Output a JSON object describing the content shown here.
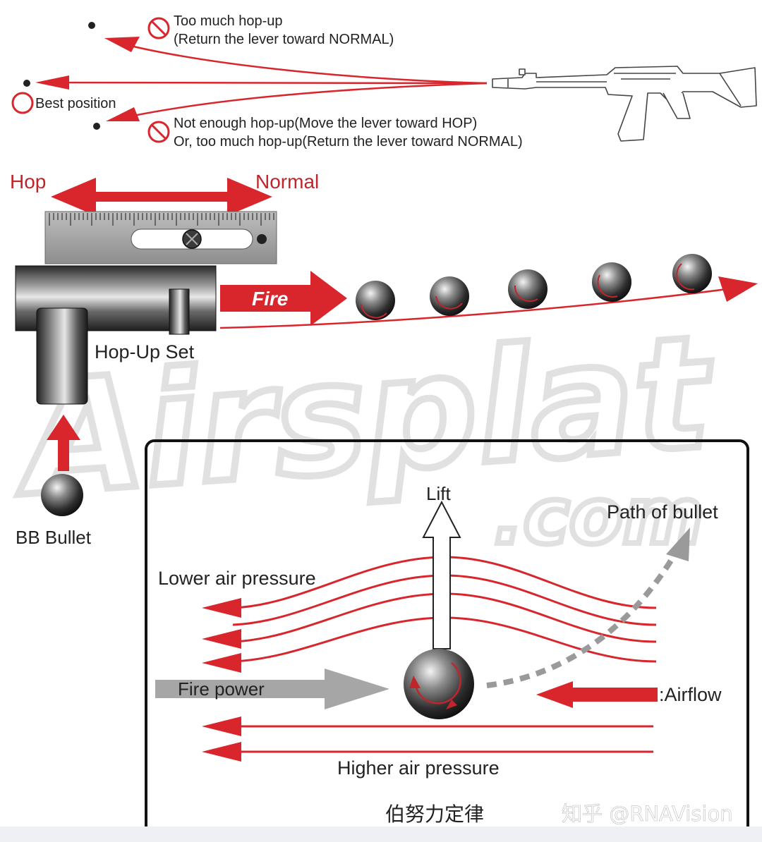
{
  "colors": {
    "red": "#d8262c",
    "dark_red": "#b81c22",
    "gray_arrow": "#9a9a9a",
    "metal": "#555555",
    "watermark": "#e6e6e6"
  },
  "trajectory": {
    "too_much_line1": "Too much hop-up",
    "too_much_line2": "(Return the lever toward NORMAL)",
    "best_position": "Best position",
    "not_enough_line1": "Not enough hop-up(Move the lever toward HOP)",
    "not_enough_line2": "Or, too much hop-up(Return the lever toward NORMAL)",
    "icons": [
      "prohibited-icon",
      "circle-ok-icon",
      "rifle-icon"
    ]
  },
  "hopup": {
    "hop_label": "Hop",
    "normal_label": "Normal",
    "fire_label": "Fire",
    "set_label": "Hop-Up Set",
    "bb_label": "BB Bullet"
  },
  "physics": {
    "lift": "Lift",
    "path": "Path of bullet",
    "lower": "Lower air pressure",
    "fire_power": "Fire power",
    "airflow": ":Airflow",
    "higher": "Higher air pressure",
    "caption": "伯努力定律"
  },
  "watermark": {
    "site": "Airsplat",
    "dotcom": ".com",
    "credit": "知乎 @RNAVision"
  }
}
